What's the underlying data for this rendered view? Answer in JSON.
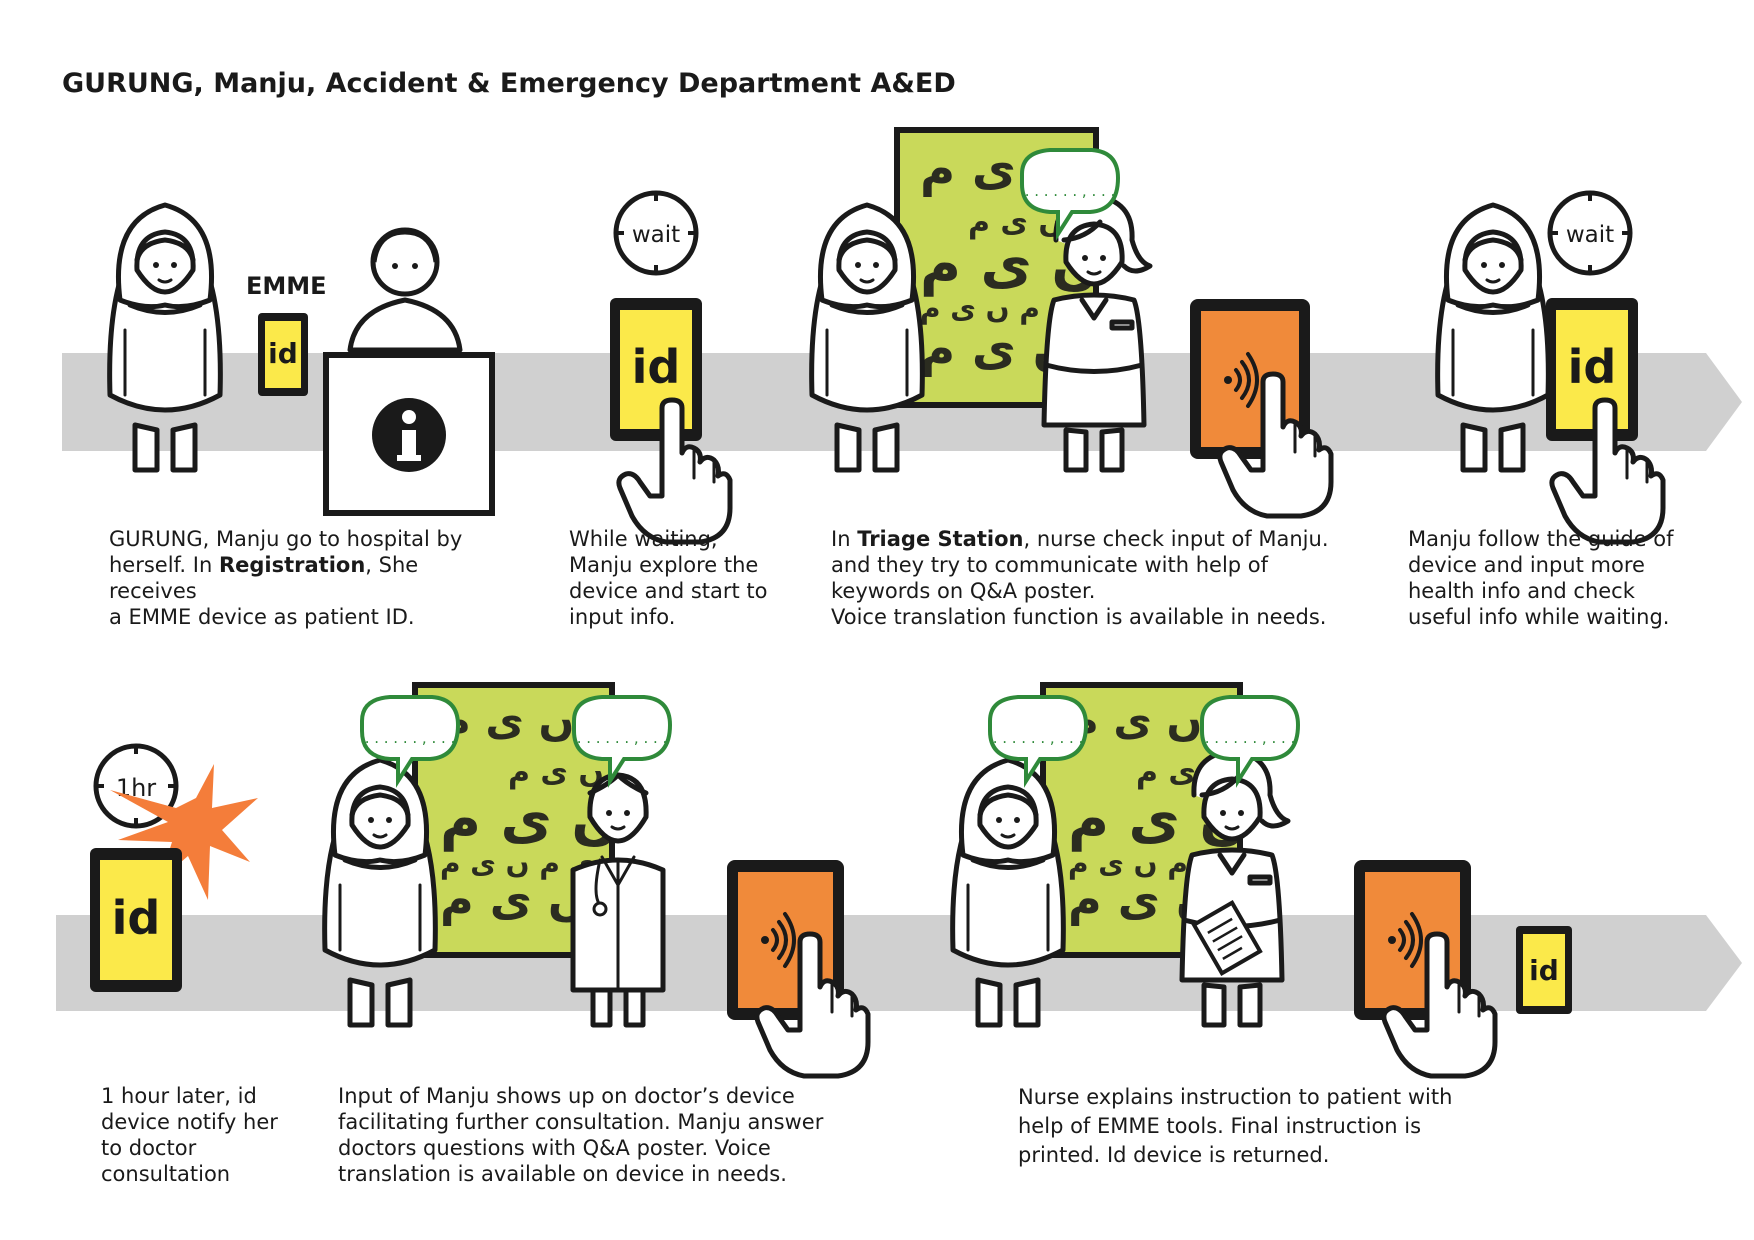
{
  "title": "GURUNG, Manju, Accident & Emergency Department A&ED",
  "labels": {
    "emme": "EMME",
    "id": "id",
    "wait": "wait",
    "one_hour": "1hr",
    "speech": ". . . . . . , . . ."
  },
  "colors": {
    "arrow": "#d0d0d0",
    "device_yellow": "#fbe94a",
    "tablet_orange": "#f08a3a",
    "poster_green": "#c9d95a",
    "burst_orange": "#f47d3a",
    "speech_green": "#2f8a3a"
  },
  "icons": [
    "info-icon",
    "clock-icon",
    "wifi-signal-icon",
    "pointing-hand-icon",
    "stethoscope-icon",
    "clipboard-icon"
  ],
  "captions": {
    "step1": [
      "GURUNG, Manju go to hospital by",
      "herself. In ",
      "Registration",
      ", She receives",
      "a EMME device as patient ID."
    ],
    "step2": [
      "While waiting,",
      "Manju explore the",
      "device and start to",
      "input info."
    ],
    "step3": [
      "In ",
      "Triage Station",
      ", nurse check input of Manju.",
      "and they try to communicate with help of",
      "keywords on Q&A poster.",
      "Voice translation function is available in needs."
    ],
    "step4": [
      "Manju follow the guide of",
      "device and input more",
      "health info and check",
      "useful info while waiting."
    ],
    "step5": [
      "1 hour later, id",
      "device notify her",
      "to doctor",
      "consultation"
    ],
    "step6": [
      "Input of Manju shows up on doctor’s device",
      "facilitating further consultation. Manju answer",
      "doctors questions with Q&A poster. Voice",
      "translation is available on device in needs."
    ],
    "step7": [
      "Nurse explains instruction to patient with",
      "help of EMME tools. Final instruction is",
      "printed. Id device is returned."
    ]
  }
}
